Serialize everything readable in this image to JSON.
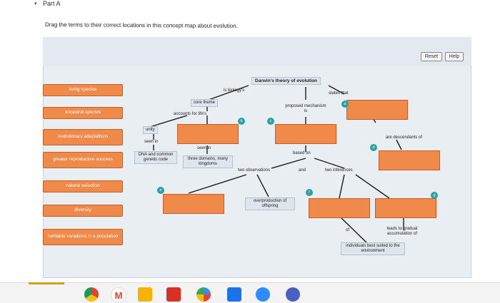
{
  "header": {
    "part_label": "Part A",
    "instructions": "Drag the terms to their correct locations in this concept map about evolution."
  },
  "toolbar": {
    "reset_label": "Reset",
    "help_label": "Help"
  },
  "terms": [
    "living species",
    "ancestral species",
    "evolutionary adaptations",
    "greater reproductive success",
    "natural selection",
    "diversity",
    "heritable variations in a population"
  ],
  "map": {
    "title": "Darwin's theory of evolution",
    "is_biologys": "is biology's",
    "core_theme": "core theme",
    "accounts_for": "accounts for life's",
    "unity": "unity",
    "seen_in_1": "seen in",
    "dna": "DNA and common genetic code",
    "seen_in_2": "seen in",
    "three_domains": "three domains, many kingdoms",
    "proposed": "proposed mechanism is",
    "states_that": "states that",
    "based_on": "based on",
    "two_observations": "two observations",
    "and": "and",
    "two_inferences": "two inferences",
    "are_descendants": "are descendants of",
    "overproduction": "overproduction of offspring",
    "of": "of",
    "leads_to": "leads to gradual accumulation of",
    "individuals": "individuals best suited to the environment"
  },
  "markers": [
    "a",
    "b",
    "c",
    "d",
    "e",
    "f",
    "g"
  ],
  "taskbar_icons": [
    "chrome-icon",
    "gmail-icon",
    "slides-icon",
    "app-icon",
    "photos-icon",
    "files-icon",
    "zoom-icon",
    "settings-icon"
  ]
}
